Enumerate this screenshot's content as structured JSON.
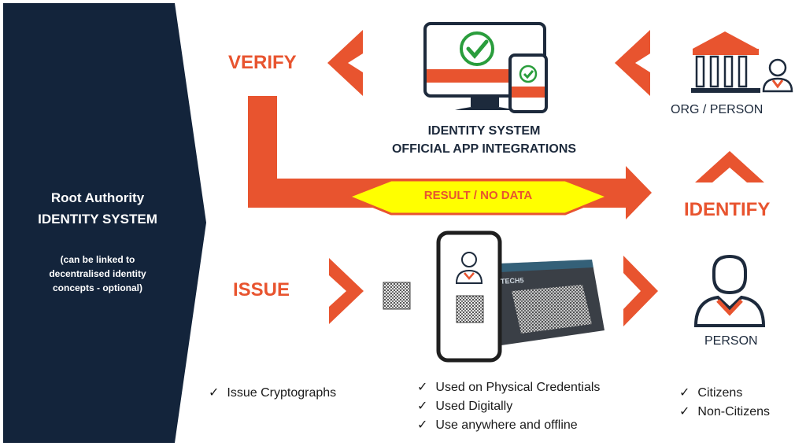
{
  "root": {
    "title_line1": "Root Authority",
    "title_line2": "IDENTITY SYSTEM",
    "note_line1": "(can be linked to",
    "note_line2": "decentralised identity",
    "note_line3": "concepts - optional)"
  },
  "labels": {
    "verify": "VERIFY",
    "issue": "ISSUE",
    "identify": "IDENTIFY",
    "result": "RESULT / NO DATA",
    "org_person": "ORG / PERSON",
    "person": "PERSON",
    "system_line1": "IDENTITY SYSTEM",
    "system_line2": "OFFICIAL APP INTEGRATIONS",
    "card_brand": "TECH5"
  },
  "issue_bullets": [
    "Issue Cryptographs"
  ],
  "usage_bullets": [
    "Used on Physical Credentials",
    "Used Digitally",
    "Use anywhere and offline"
  ],
  "audience_bullets": [
    "Citizens",
    "Non-Citizens"
  ],
  "bullet_glyph": "✓",
  "colors": {
    "navy": "#13243b",
    "orange": "#e8542f",
    "yellow": "#ffff00",
    "green": "#2a9d3c",
    "dark": "#1d2a3c"
  }
}
